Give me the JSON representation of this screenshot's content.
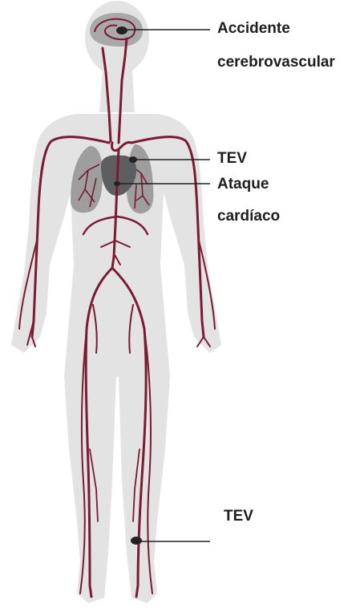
{
  "labels": {
    "stroke_line1": "Accidente",
    "stroke_line2": "cerebrovascular",
    "tev_lung": "TEV",
    "heart_line1": "Ataque",
    "heart_line2": "cardíaco",
    "tev_leg": "TEV"
  },
  "colors": {
    "body": "#e3e3e4",
    "vessel": "#7a1a33",
    "organ": "#8c8c8c",
    "organ_light": "#b8b8b9",
    "heart": "#5e5e60",
    "clot": "#222222",
    "callout_line": "#222222",
    "label_text": "#1e1e1e"
  }
}
